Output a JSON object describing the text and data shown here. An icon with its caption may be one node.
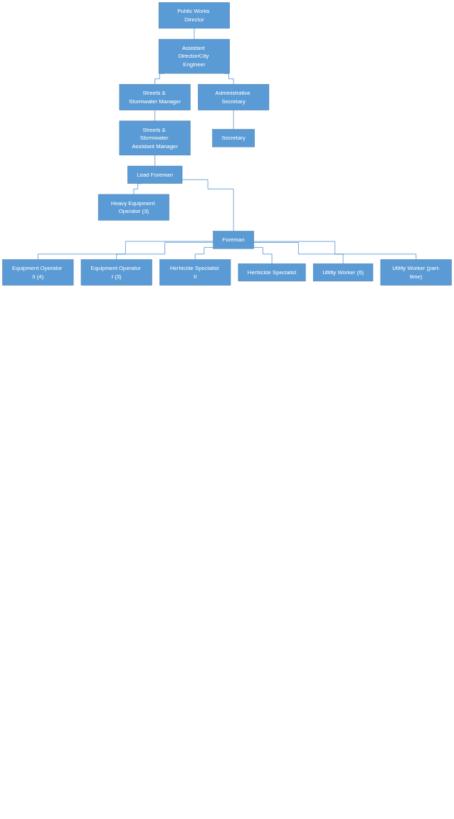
{
  "diagram": {
    "nodes": [
      {
        "text": [
          "Public Works Director"
        ]
      },
      {
        "text": [
          "Assistant Director/City Engineer"
        ]
      },
      {
        "text": [
          "Streets & Stormwater Manager"
        ]
      },
      {
        "text": [
          "Administrative Secretary"
        ]
      },
      {
        "text": [
          "Streets & Stormwater Assistant Manager"
        ]
      },
      {
        "text": [
          "Secretary"
        ]
      },
      {
        "text": [
          "Lead Foreman"
        ]
      },
      {
        "text": [
          "Heavy Equipment Operator (3)"
        ]
      },
      {
        "text": [
          "Foreman"
        ]
      },
      {
        "text": [
          "Equipment Operator II (4)"
        ]
      },
      {
        "text": [
          "Equipment Operator I (3)"
        ]
      },
      {
        "text": [
          "Herbicide Specialist II"
        ]
      },
      {
        "text": [
          "Herbicide Specialist"
        ]
      },
      {
        "text": [
          "Utility Worker (6)"
        ]
      },
      {
        "text": [
          "Utility Worker (part-time)"
        ]
      }
    ],
    "edges": [
      {
        "from": 0,
        "to": 1,
        "arrow": "none"
      },
      {
        "from": 1,
        "to": 2,
        "arrow": "none"
      },
      {
        "from": 1,
        "to": 3,
        "arrow": "none"
      },
      {
        "from": 2,
        "to": 4,
        "arrow": "none"
      },
      {
        "from": 3,
        "to": 5,
        "arrow": "none"
      },
      {
        "from": 4,
        "to": 6,
        "arrow": "none"
      },
      {
        "from": 6,
        "to": 7,
        "arrow": "none"
      },
      {
        "from": 6,
        "to": 8,
        "arrow": "none"
      },
      {
        "from": 8,
        "to": 9,
        "arrow": "none"
      },
      {
        "from": 8,
        "to": 10,
        "arrow": "none"
      },
      {
        "from": 8,
        "to": 11,
        "arrow": "none"
      },
      {
        "from": 8,
        "to": 12,
        "arrow": "none"
      },
      {
        "from": 8,
        "to": 13,
        "arrow": "none"
      },
      {
        "from": 8,
        "to": 14,
        "arrow": "none"
      }
    ]
  }
}
